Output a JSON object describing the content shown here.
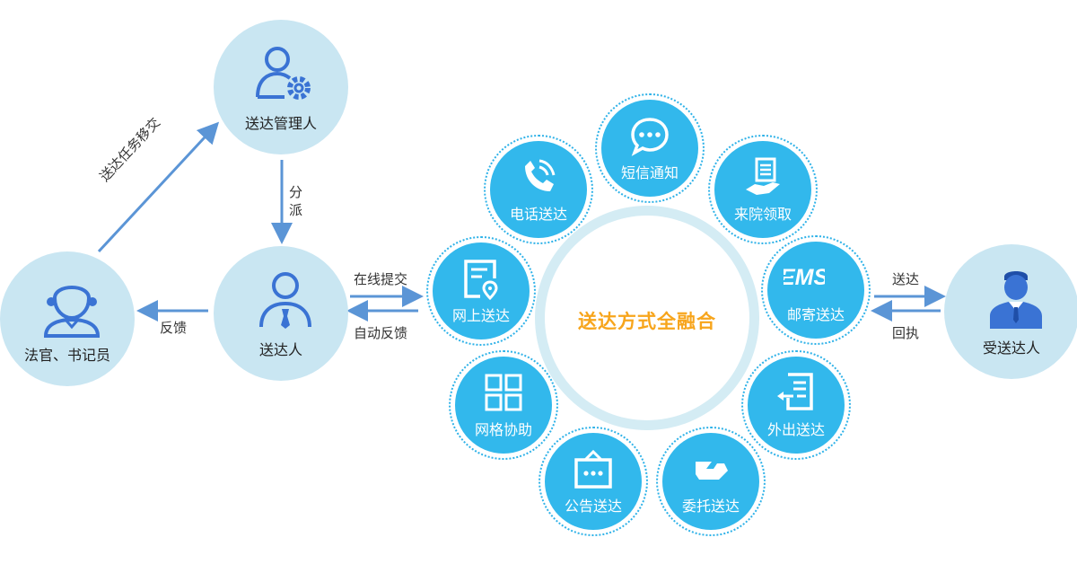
{
  "roles": {
    "manager": {
      "label": "送达管理人",
      "icon": "user-gear-icon"
    },
    "judge": {
      "label": "法官、书记员",
      "icon": "judge-icon"
    },
    "server": {
      "label": "送达人",
      "icon": "user-tie-icon"
    },
    "recipient": {
      "label": "受送达人",
      "icon": "businessman-icon"
    }
  },
  "edges": {
    "assign": "送达任务移交",
    "dispatch": "分派",
    "feedback": "反馈",
    "online_submit": "在线提交",
    "auto_feedback": "自动反馈",
    "deliver": "送达",
    "receipt": "回执"
  },
  "hub": {
    "label": "送达方式全融合"
  },
  "methods": [
    {
      "label": "短信通知",
      "icon": "chat-bubble-icon"
    },
    {
      "label": "来院领取",
      "icon": "hand-document-icon"
    },
    {
      "label": "邮寄送达",
      "icon": "ems-logo-icon"
    },
    {
      "label": "外出送达",
      "icon": "document-out-icon"
    },
    {
      "label": "委托送达",
      "icon": "handshake-icon"
    },
    {
      "label": "公告送达",
      "icon": "notice-board-icon"
    },
    {
      "label": "网格协助",
      "icon": "grid-icon"
    },
    {
      "label": "网上送达",
      "icon": "online-document-icon"
    },
    {
      "label": "电话送达",
      "icon": "phone-icon"
    }
  ],
  "colors": {
    "accent": "#32b8ec",
    "hub_text": "#f7a51c",
    "role_bg": "#c9e6f2",
    "icon_blue": "#3a73d4",
    "arrow": "#5b95d6"
  }
}
